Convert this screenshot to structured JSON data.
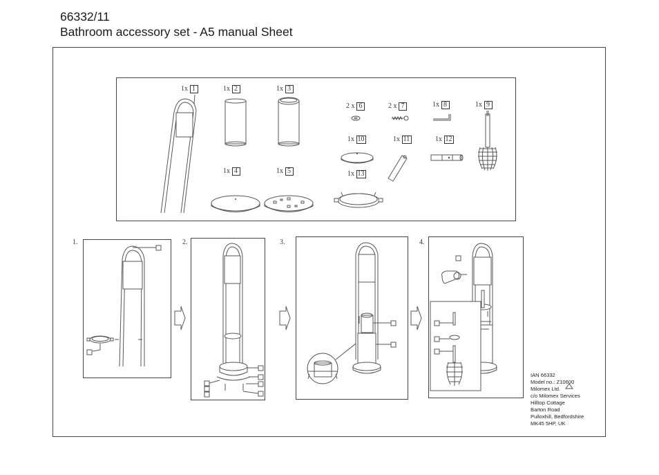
{
  "header": {
    "model": "66332/11",
    "subtitle": "Bathroom accessory set - A5 manual Sheet"
  },
  "parts": [
    {
      "qty": "1x",
      "num": "1"
    },
    {
      "qty": "1x",
      "num": "2"
    },
    {
      "qty": "1x",
      "num": "3"
    },
    {
      "qty": "1x",
      "num": "4"
    },
    {
      "qty": "1x",
      "num": "5"
    },
    {
      "qty": "2 x",
      "num": "6"
    },
    {
      "qty": "2 x",
      "num": "7"
    },
    {
      "qty": "1x",
      "num": "8"
    },
    {
      "qty": "1x",
      "num": "9"
    },
    {
      "qty": "1x",
      "num": "10"
    },
    {
      "qty": "1x",
      "num": "11"
    },
    {
      "qty": "1x",
      "num": "12"
    },
    {
      "qty": "1x",
      "num": "13"
    }
  ],
  "steps": [
    "1.",
    "2.",
    "3.",
    "4."
  ],
  "manufacturer": {
    "lines": [
      "IAN 66332",
      "Model no.: Z10600",
      "Milomex Ltd.",
      "c/o Milomex Services",
      "Hilltop Cottage",
      "Barton Road",
      "Pulloxhill, Bedfordshire",
      "MK45 5HP, UK"
    ]
  }
}
